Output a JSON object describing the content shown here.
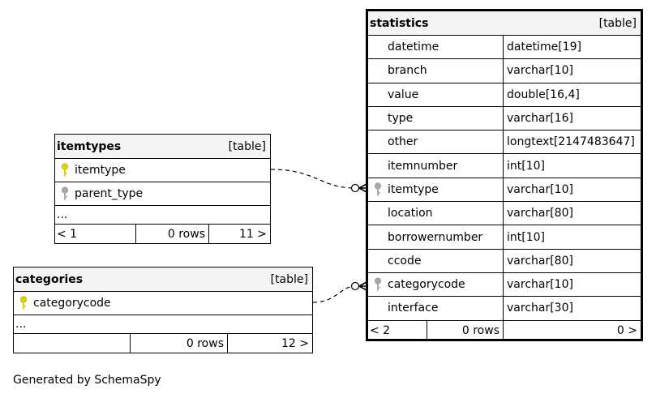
{
  "credit": "Generated by SchemaSpy",
  "colors": {
    "primary_key": "#e0d400",
    "foreign_key": "#aaaaaa",
    "header_bg": "#f4f4f4"
  },
  "itemtypes": {
    "name": "itemtypes",
    "kind": "[table]",
    "columns": [
      {
        "name": "itemtype",
        "icon": "primary-key-icon"
      },
      {
        "name": "parent_type",
        "icon": "foreign-key-icon"
      }
    ],
    "more": "...",
    "parents": "< 1",
    "rows": "0 rows",
    "children": "11 >"
  },
  "categories": {
    "name": "categories",
    "kind": "[table]",
    "columns": [
      {
        "name": "categorycode",
        "icon": "primary-key-icon"
      }
    ],
    "more": "...",
    "parents": "",
    "rows": "0 rows",
    "children": "12 >"
  },
  "statistics": {
    "name": "statistics",
    "kind": "[table]",
    "columns": [
      {
        "name": "datetime",
        "type": "datetime[19]"
      },
      {
        "name": "branch",
        "type": "varchar[10]"
      },
      {
        "name": "value",
        "type": "double[16,4]"
      },
      {
        "name": "type",
        "type": "varchar[16]"
      },
      {
        "name": "other",
        "type": "longtext[2147483647]"
      },
      {
        "name": "itemnumber",
        "type": "int[10]"
      },
      {
        "name": "itemtype",
        "type": "varchar[10]",
        "icon": "foreign-key-icon"
      },
      {
        "name": "location",
        "type": "varchar[80]"
      },
      {
        "name": "borrowernumber",
        "type": "int[10]"
      },
      {
        "name": "ccode",
        "type": "varchar[80]"
      },
      {
        "name": "categorycode",
        "type": "varchar[10]",
        "icon": "foreign-key-icon"
      },
      {
        "name": "interface",
        "type": "varchar[30]"
      }
    ],
    "parents": "< 2",
    "rows": "0 rows",
    "children": "0 >"
  }
}
